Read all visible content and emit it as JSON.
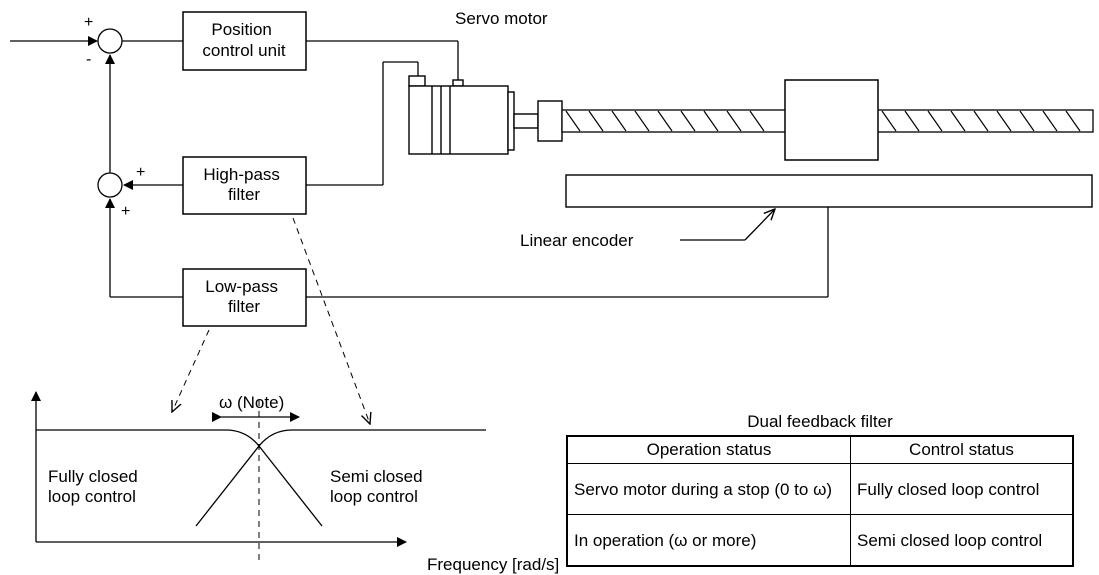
{
  "blocks": {
    "position_control": [
      "Position",
      "control unit"
    ],
    "high_pass": [
      "High-pass",
      "filter"
    ],
    "low_pass": [
      "Low-pass",
      "filter"
    ]
  },
  "signs": {
    "plus": "+",
    "minus": "-"
  },
  "labels": {
    "servo_motor": "Servo motor",
    "linear_encoder": "Linear encoder",
    "omega_note": "ω (Note)",
    "fully_closed": [
      "Fully closed",
      "loop control"
    ],
    "semi_closed": [
      "Semi closed",
      "loop control"
    ],
    "frequency_axis": "Frequency [rad/s]"
  },
  "table": {
    "title": "Dual feedback filter",
    "headers": [
      "Operation status",
      "Control status"
    ],
    "rows": [
      [
        "Servo motor during a stop (0 to ω)",
        "Fully closed loop control"
      ],
      [
        "In operation (ω or more)",
        "Semi closed loop control"
      ]
    ]
  }
}
